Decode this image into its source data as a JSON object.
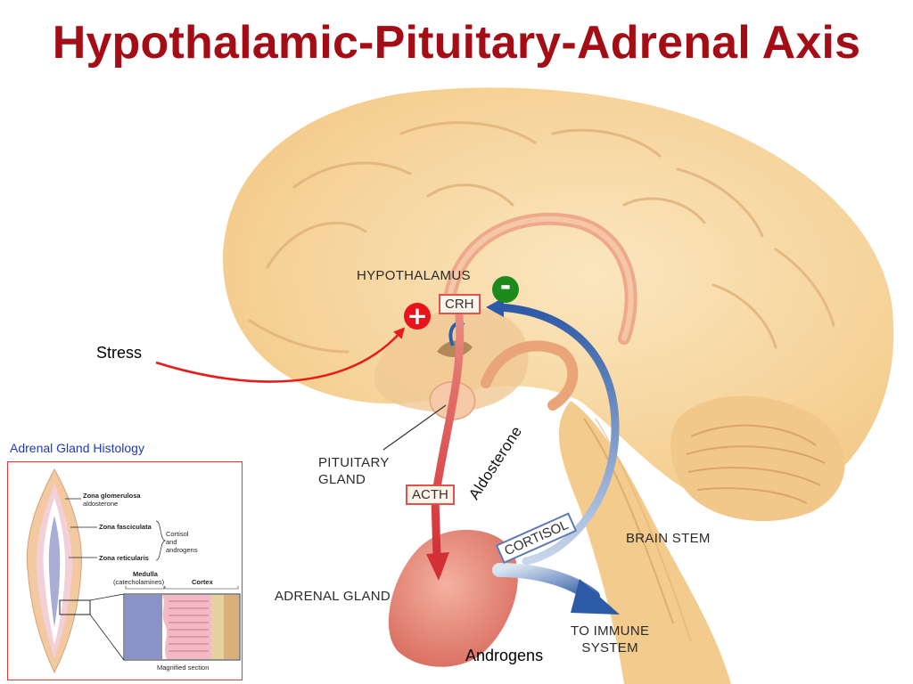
{
  "slide": {
    "title": "Hypothalamic-Pituitary-Adrenal Axis"
  },
  "diagram": {
    "labels": {
      "hypothalamus": "HYPOTHALAMUS",
      "crh": "CRH",
      "stress": "Stress",
      "pituitary": "PITUITARY\nGLAND",
      "acth": "ACTH",
      "aldosterone": "Aldosterone",
      "cortisol": "CORTISOL",
      "brain_stem": "BRAIN STEM",
      "adrenal_gland": "ADRENAL GLAND",
      "to_immune": "TO IMMUNE\nSYSTEM",
      "androgens": "Androgens"
    },
    "signs": {
      "positive": "+",
      "negative": "-"
    },
    "colors": {
      "title": "#a50d16",
      "positive_sign": "#e8131b",
      "negative_sign": "#1e8a1e",
      "stress_arrow": "#e81b1b",
      "acth_arrow": "#d8343a",
      "cortisol_arrow": "#2f5fa8",
      "brain": "#f6d9a6"
    }
  },
  "histology": {
    "caption": "Adrenal Gland Histology",
    "labels": {
      "zona_glomerulosa": "Zona glomerulosa",
      "zg_product": "aldosterone",
      "zona_fasciculata": "Zona fasciculata",
      "zf_zr_product": "Cortisol\nand\nandrogens",
      "zona_reticularis": "Zona reticularis",
      "medulla": "Medulla",
      "medulla_product": "(catecholamines)",
      "cortex": "Cortex",
      "magnified": "Magnified section"
    }
  }
}
